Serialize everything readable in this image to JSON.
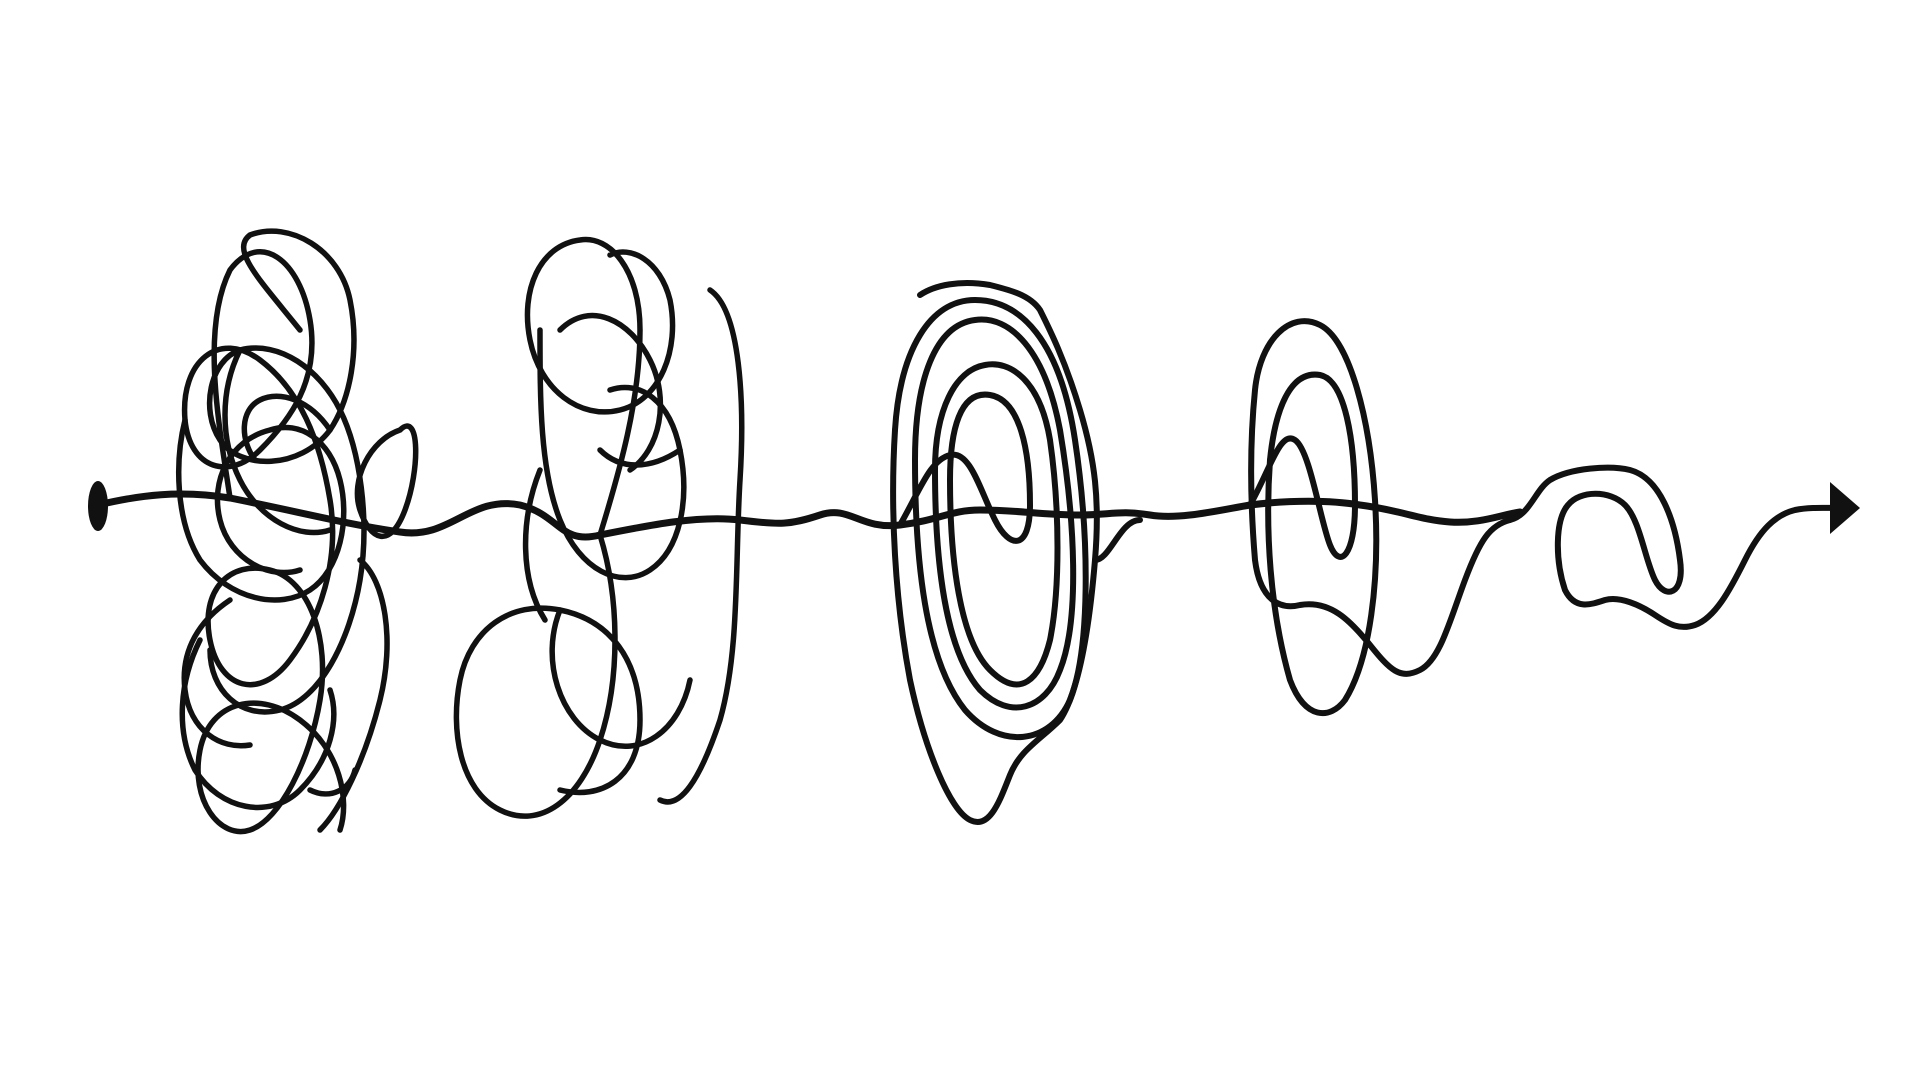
{
  "scene": {
    "description_colors": {
      "background": "#ffffff",
      "line": "#111111"
    },
    "elements": [
      {
        "name": "start-dot",
        "kind": "dot"
      },
      {
        "name": "tangle-1-dense",
        "kind": "scribble"
      },
      {
        "name": "tangle-2-loops",
        "kind": "scribble"
      },
      {
        "name": "tangle-3-spiral",
        "kind": "spiral"
      },
      {
        "name": "tangle-4-loop",
        "kind": "loop"
      },
      {
        "name": "tangle-5-small-loop",
        "kind": "loop"
      },
      {
        "name": "end-arrowhead",
        "kind": "arrowhead"
      }
    ]
  }
}
